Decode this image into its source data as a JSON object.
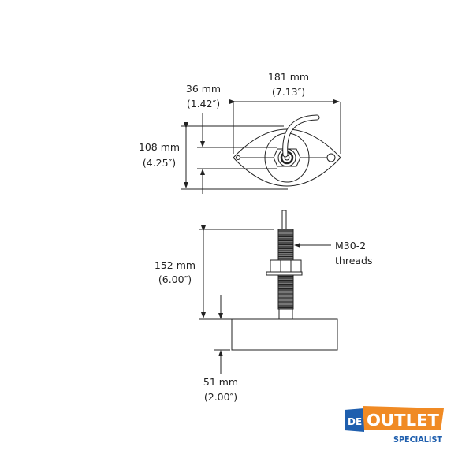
{
  "dimensions": {
    "width": {
      "mm": "181 mm",
      "in": "(7.13″)"
    },
    "center_offset": {
      "mm": "36 mm",
      "in": "(1.42″)"
    },
    "height": {
      "mm": "108 mm",
      "in": "(4.25″)"
    },
    "stem_length": {
      "mm": "152 mm",
      "in": "(6.00″)"
    },
    "base_depth": {
      "mm": "51 mm",
      "in": "(2.00″)"
    }
  },
  "thread_label": {
    "line1": "M30-2",
    "line2": "threads"
  },
  "logo": {
    "prefix": "DE",
    "word": "OUTLET",
    "sub": "SPECIALIST",
    "blue": "#1f5fae",
    "orange": "#f08a24"
  }
}
